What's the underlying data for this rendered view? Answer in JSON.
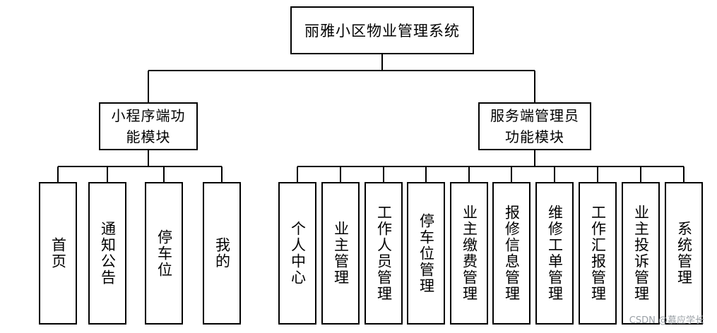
{
  "root": {
    "label": "丽雅小区物业管理系统"
  },
  "branches": [
    {
      "label": "小程序端功能模块",
      "children": [
        "首页",
        "通知公告",
        "停车位",
        "我的"
      ]
    },
    {
      "label": "服务端管理员功能模块",
      "children": [
        "个人中心",
        "业主管理",
        "工作人员管理",
        "停车位管理",
        "业主缴费管理",
        "报修信息管理",
        "维修工单管理",
        "工作汇报管理",
        "业主投诉管理",
        "系统管理"
      ]
    }
  ],
  "watermark": "CSDN @慕应学长"
}
